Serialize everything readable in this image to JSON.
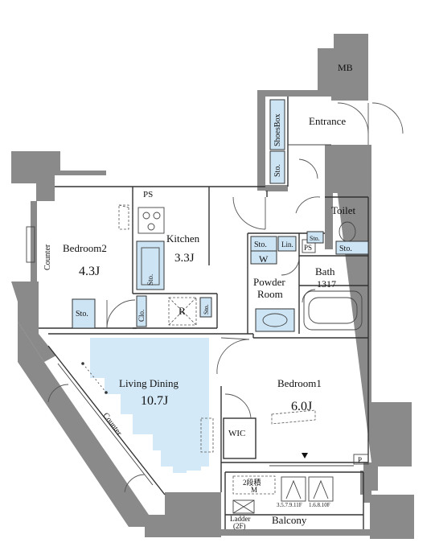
{
  "rooms": {
    "mb": "MB",
    "entrance": "Entrance",
    "shoes_box": "ShoesBox",
    "sto": "Sto.",
    "ps": "PS",
    "toilet": "Toilet",
    "kitchen": "Kitchen",
    "kitchen_size": "3.3J",
    "bedroom2": "Bedroom2",
    "bedroom2_size": "4.3J",
    "counter": "Counter",
    "lin": "Lin.",
    "w": "W",
    "powder_room_1": "Powder",
    "powder_room_2": "Room",
    "bath": "Bath",
    "bath_size": "1317",
    "clo": "Clo.",
    "r": "R",
    "living_dining": "Living Dining",
    "living_dining_size": "10.7J",
    "bedroom1": "Bedroom1",
    "bedroom1_size": "6.0J",
    "wic": "WIC",
    "p": "P",
    "two_step": "2段積",
    "m": "M",
    "floors_a": "3.5.7.9.11F",
    "floors_b": "1.6.8.10F",
    "ladder": "Ladder",
    "ladder_floor": "(2F)",
    "balcony": "Balcony"
  },
  "colors": {
    "wall": "#8a8a8a",
    "storage": "#cde4f4",
    "living_highlight": "#d4e9f7"
  }
}
